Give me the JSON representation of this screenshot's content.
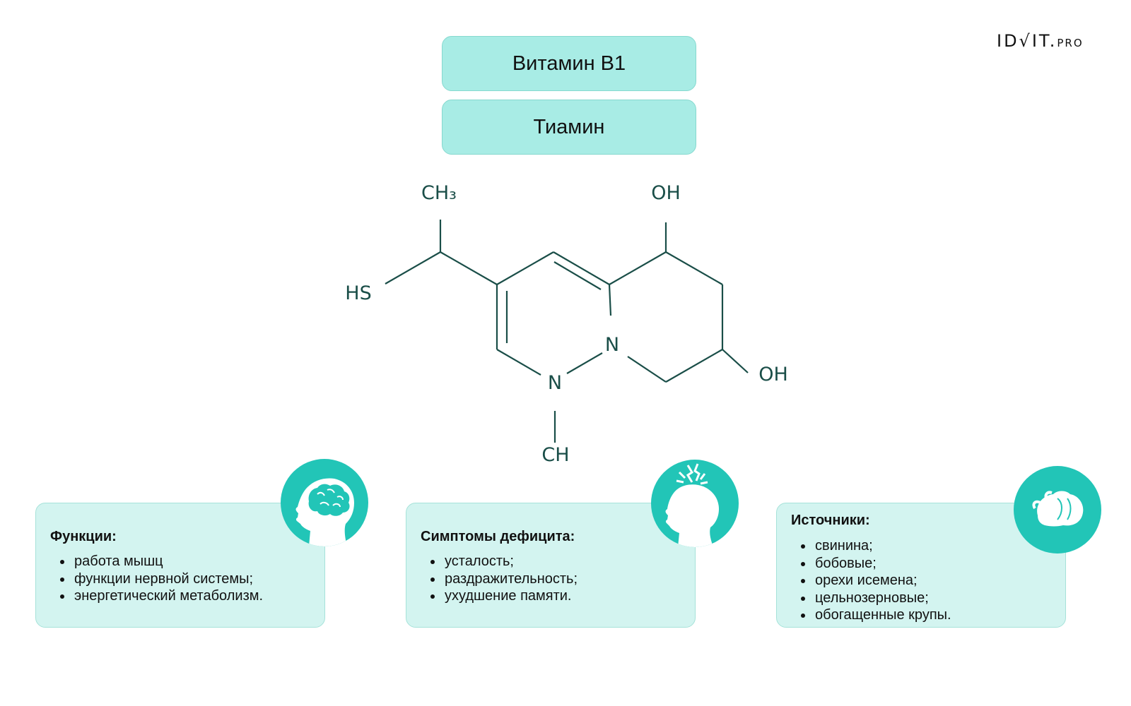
{
  "logo": {
    "main": "ID√IT.",
    "suffix": "PRO"
  },
  "titles": {
    "vitamin": "Витамин B1",
    "name": "Тиамин"
  },
  "molecule": {
    "labels": {
      "ch3": "CH₃",
      "oh_top": "OH",
      "hs": "HS",
      "n_ring": "N",
      "n_low": "N",
      "oh_right": "OH",
      "ch": "CH"
    }
  },
  "cards": {
    "functions": {
      "title": "Функции:",
      "items": [
        "работа мышц",
        "функции нервной системы;",
        "энергетический метаболизм."
      ],
      "icon": "head-brain-icon"
    },
    "symptoms": {
      "title": "Симптомы дефицита:",
      "items": [
        "усталость;",
        "раздражительность;",
        "ухудшение памяти."
      ],
      "icon": "head-stress-icon"
    },
    "sources": {
      "title": "Источники:",
      "items": [
        "свинина;",
        "бобовые;",
        "орехи исемена;",
        "цельнозерновые;",
        "обогащенные крупы."
      ],
      "icon": "food-icon"
    }
  },
  "colors": {
    "title_box": "#a8ece5",
    "card_bg": "#d3f4f0",
    "badge": "#22c5b7",
    "bond": "#1a4e48"
  }
}
